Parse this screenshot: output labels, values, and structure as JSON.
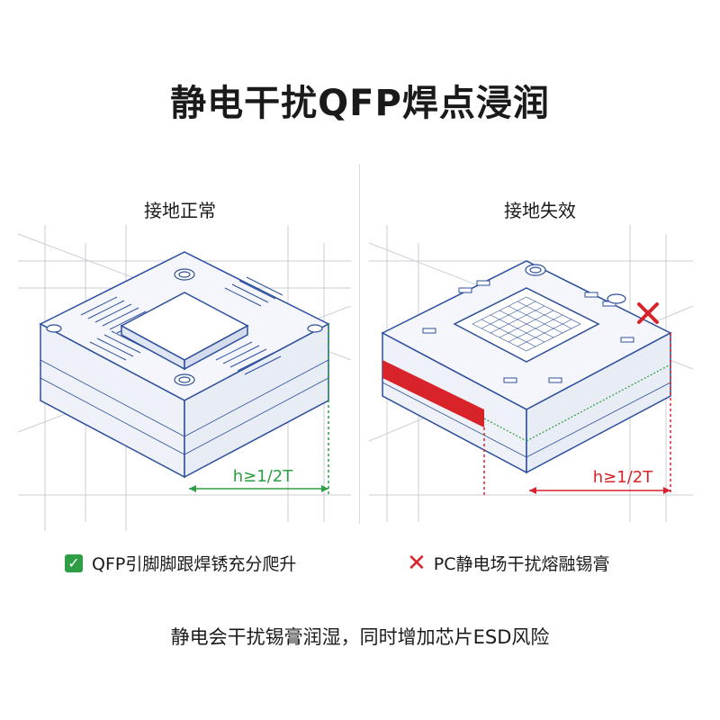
{
  "title": "静电干扰QFP焊点浸润",
  "panels": {
    "left": {
      "label": "接地正常",
      "dimension": "h≥1/2T",
      "caption": "QFP引脚脚跟焊锈充分爬升",
      "status": "ok",
      "status_color": "#2e9e44"
    },
    "right": {
      "label": "接地失效",
      "dimension": "h≥1/2T",
      "caption": "PC静电场干扰熔融锡膏",
      "status": "fail",
      "status_color": "#d8232a"
    }
  },
  "footer": "静电会干扰锡膏润湿，同时增加芯片ESD风险",
  "colors": {
    "line": "#2d4f9c",
    "grid": "#c9cdd6",
    "ok": "#2e9e44",
    "fail": "#d8232a"
  },
  "icons": {
    "ok": "check-icon",
    "fail": "cross-icon"
  }
}
